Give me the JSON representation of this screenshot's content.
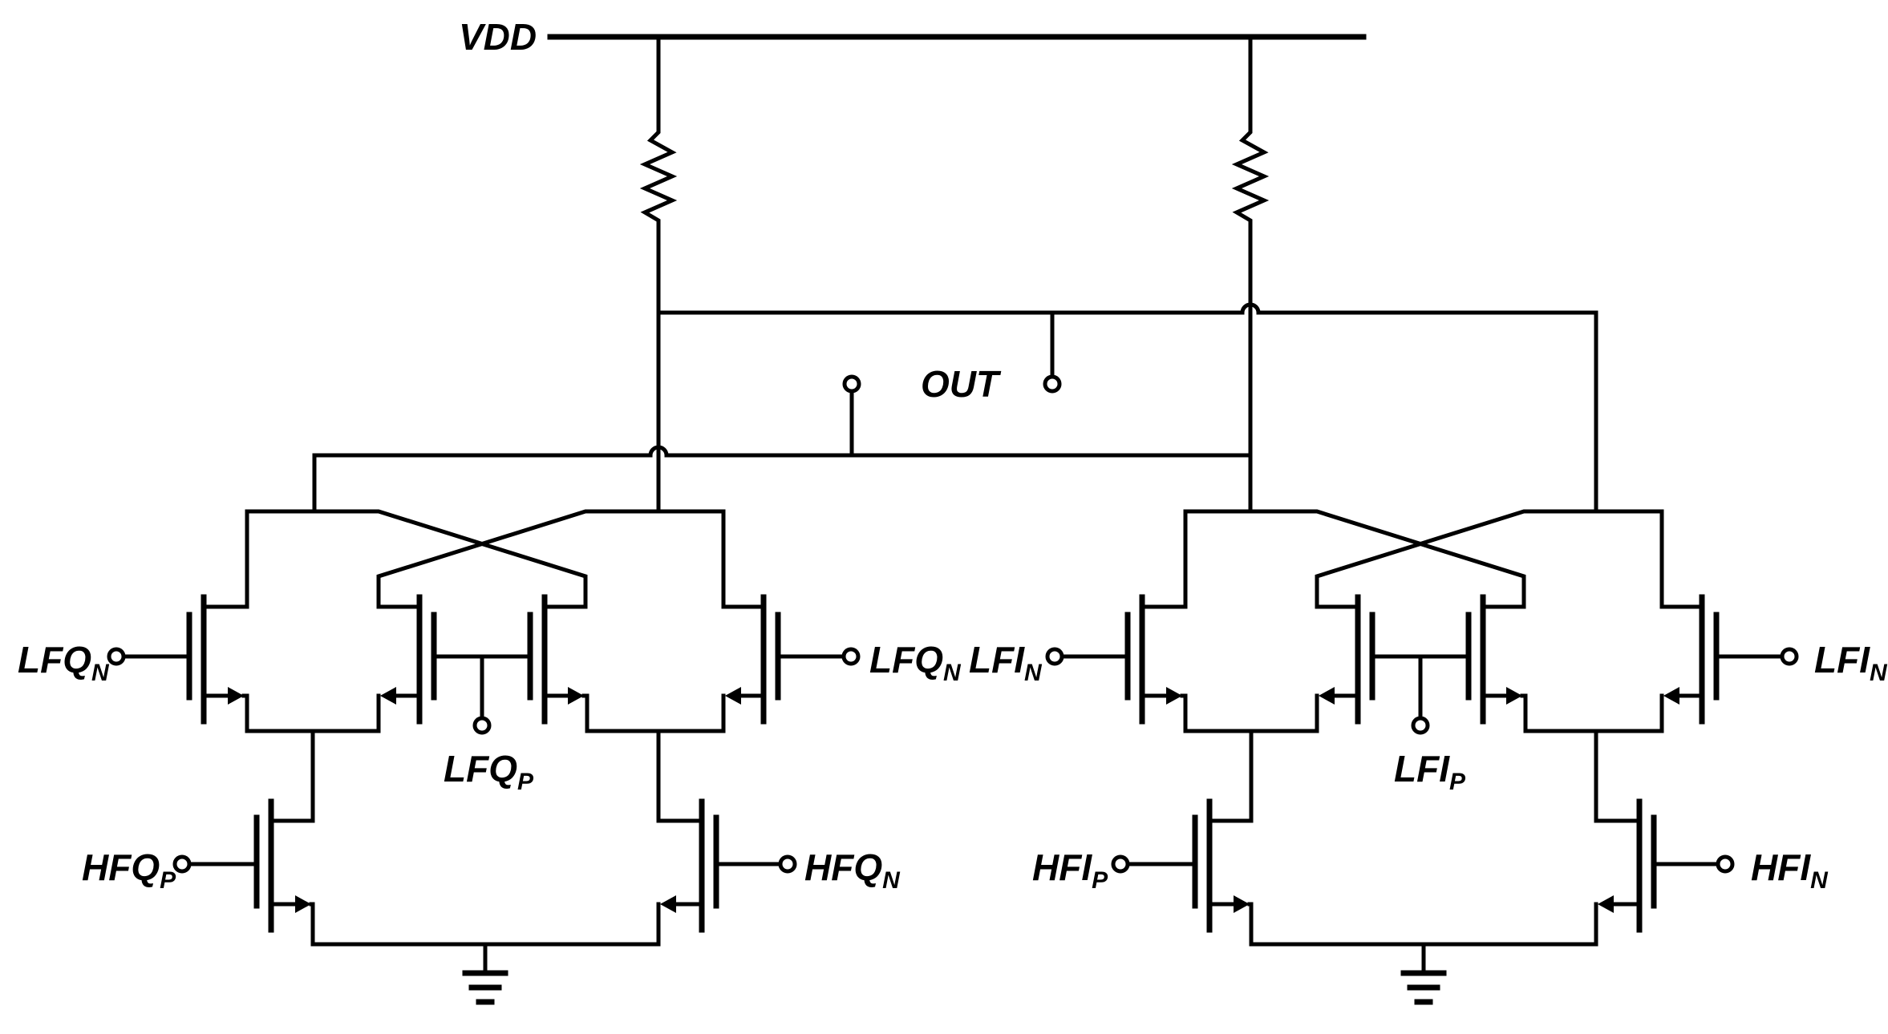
{
  "labels": {
    "vdd": "VDD",
    "out": "OUT"
  },
  "left_mixer": {
    "lo_in_n_left": {
      "main": "LFQ",
      "sub": "N"
    },
    "lo_in_n_right": {
      "main": "LFQ",
      "sub": "N"
    },
    "lo_in_p": {
      "main": "LFQ",
      "sub": "P"
    },
    "rf_in_p": {
      "main": "HFQ",
      "sub": "P"
    },
    "rf_in_n": {
      "main": "HFQ",
      "sub": "N"
    }
  },
  "right_mixer": {
    "lo_in_n_left": {
      "main": "LFI",
      "sub": "N"
    },
    "lo_in_n_right": {
      "main": "LFI",
      "sub": "N"
    },
    "lo_in_p": {
      "main": "LFI",
      "sub": "P"
    },
    "rf_in_p": {
      "main": "HFI",
      "sub": "P"
    },
    "rf_in_n": {
      "main": "HFI",
      "sub": "N"
    }
  },
  "colors": {
    "line": "#000000",
    "background": "#ffffff"
  }
}
